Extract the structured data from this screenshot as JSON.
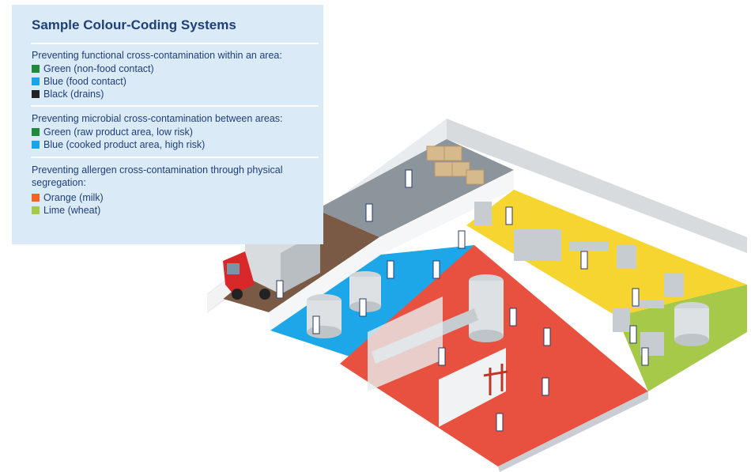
{
  "legend": {
    "title": "Sample Colour-Coding Systems",
    "sections": [
      {
        "heading": "Preventing functional cross-contamination within an area:",
        "items": [
          {
            "label": "Green (non-food contact)",
            "color": "#1f8a3a"
          },
          {
            "label": "Blue (food contact)",
            "color": "#1aa3e8"
          },
          {
            "label": "Black (drains)",
            "color": "#222222"
          }
        ]
      },
      {
        "heading": "Preventing microbial cross-contamination between areas:",
        "items": [
          {
            "label": "Green (raw product area, low risk)",
            "color": "#1f8a3a"
          },
          {
            "label": "Blue (cooked product area, high risk)",
            "color": "#1aa3e8"
          }
        ]
      },
      {
        "heading": "Preventing allergen cross-contamination through physical segregation:",
        "items": [
          {
            "label": "Orange (milk)",
            "color": "#f26522"
          },
          {
            "label": "Lime (wheat)",
            "color": "#a6c94a"
          }
        ]
      }
    ]
  },
  "colors": {
    "floor_blue": "#1ea7e8",
    "floor_red": "#e8503f",
    "floor_yellow": "#f7d531",
    "floor_lime": "#a6c94a",
    "floor_brown": "#7a5a45",
    "floor_grey": "#8c959c",
    "truck_red": "#d8282a"
  }
}
